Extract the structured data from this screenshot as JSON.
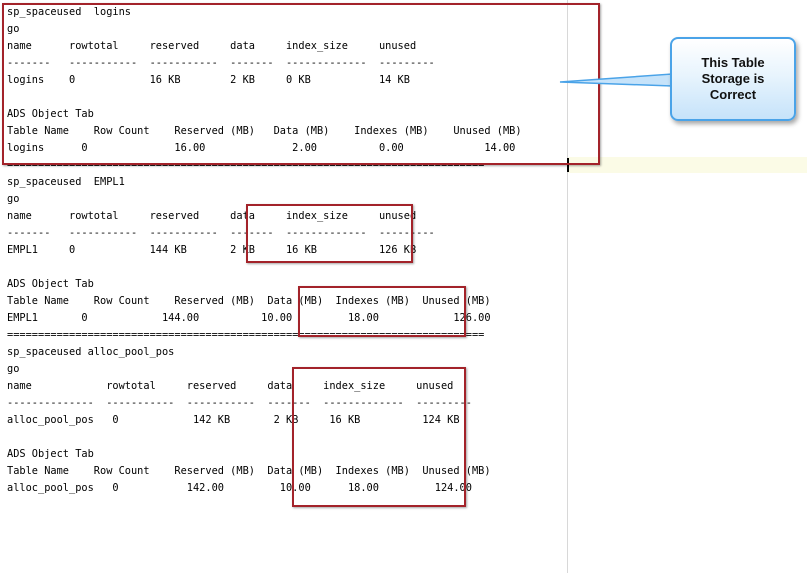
{
  "editor": {
    "lines": [
      "sp_spaceused  logins",
      "go",
      "name      rowtotal     reserved     data     index_size     unused",
      "-------   -----------  -----------  -------  -------------  ---------",
      "logins    0            16 KB        2 KB     0 KB           14 KB",
      "",
      "ADS Object Tab",
      "Table Name    Row Count    Reserved (MB)   Data (MB)    Indexes (MB)    Unused (MB)",
      "logins      0              16.00              2.00          0.00             14.00",
      "=============================================================================",
      "sp_spaceused  EMPL1",
      "go",
      "name      rowtotal     reserved     data     index_size     unused",
      "-------   -----------  -----------  -------  -------------  ---------",
      "EMPL1     0            144 KB       2 KB     16 KB          126 KB",
      "",
      "ADS Object Tab",
      "Table Name    Row Count    Reserved (MB)  Data (MB)  Indexes (MB)  Unused (MB)",
      "EMPL1       0            144.00          10.00         18.00            126.00",
      "=============================================================================",
      "sp_spaceused alloc_pool_pos",
      "go",
      "name            rowtotal     reserved     data     index_size     unused",
      "--------------  -----------  -----------  -------  -------------  ---------",
      "alloc_pool_pos   0            142 KB       2 KB     16 KB          124 KB",
      "",
      "ADS Object Tab",
      "Table Name    Row Count    Reserved (MB)  Data (MB)  Indexes (MB)  Unused (MB)",
      "alloc_pool_pos   0           142.00         10.00      18.00         124.00"
    ]
  },
  "callout": {
    "text": "This Table\nStorage is\nCorrect"
  },
  "colors": {
    "highlight_border": "#a3232a",
    "callout_border": "#4aa3e8",
    "callout_fill": "#c6e3fa"
  }
}
